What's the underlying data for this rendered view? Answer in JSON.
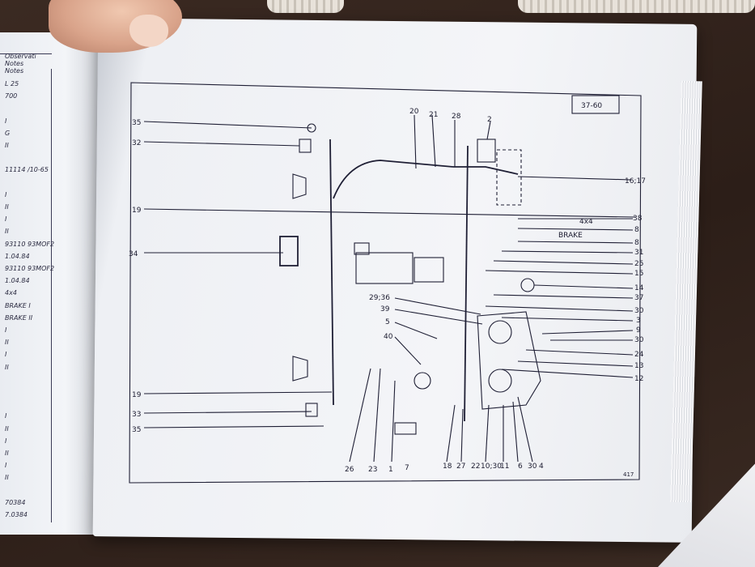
{
  "scene": "Open manual page showing a wiring diagram, photographed on a wooden table",
  "page": {
    "ref_box": "37-60",
    "page_number": "417",
    "inline_labels": {
      "four_by_four": "4x4",
      "brake": "BRAKE"
    }
  },
  "left_labels": [
    "35",
    "32",
    "19",
    "34",
    "19",
    "33",
    "35"
  ],
  "top_labels": [
    "20",
    "21",
    "28",
    "2"
  ],
  "mid_labels": [
    "29;36",
    "39",
    "5",
    "40"
  ],
  "right_labels": [
    "16;17",
    "38",
    "8",
    "8",
    "31",
    "25",
    "15",
    "14",
    "37",
    "30",
    "3",
    "9",
    "30",
    "24",
    "13",
    "12"
  ],
  "bottom_labels": [
    "26",
    "23",
    "1",
    "7",
    "18",
    "27",
    "22",
    "10;30",
    "11",
    "6",
    "30",
    "4"
  ],
  "notes_column": {
    "header_lines": [
      "Observati",
      "Notes",
      "Notes"
    ],
    "lines": [
      "L 25",
      "700",
      "",
      "I",
      "G",
      "II",
      "",
      "11114 /10-65",
      "",
      "I",
      "II",
      "I",
      "II",
      "93110 93MOF2",
      "1.04.84",
      "93110 93MOF2",
      "1.04.84",
      "4x4",
      "BRAKE I",
      "BRAKE II",
      "I",
      "II",
      "I",
      "II",
      "",
      "",
      "",
      "I",
      "II",
      "I",
      "II",
      "I",
      "II",
      "",
      "70384",
      "7.0384"
    ]
  }
}
